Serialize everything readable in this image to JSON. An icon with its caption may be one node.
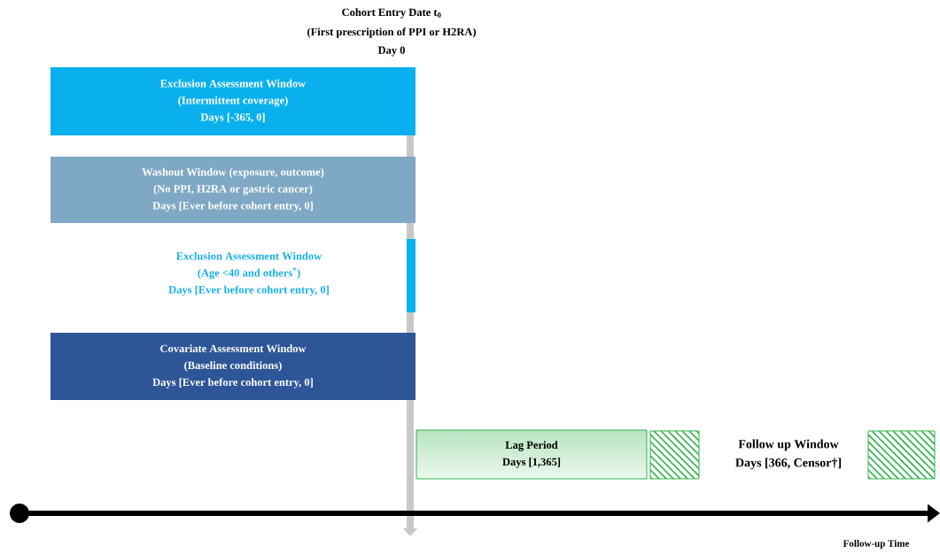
{
  "diagram": {
    "nodes": [
      {
        "text": [
          "Exclusion Assessment Window",
          "(Intermittent coverage)",
          "Days [-365, 0]"
        ]
      },
      {
        "text": [
          "Washout Window (exposure, outcome)",
          "(No PPI, H2RA or gastric cancer)",
          "Days [Ever before cohort entry, 0]"
        ]
      },
      {
        "text": [
          "Exclusion Assessment Window",
          "(Age <40 and others$^{*}$)",
          "Days [Ever before cohort entry, 0]"
        ]
      },
      {
        "text": [
          "Covariate Assessment Window",
          "(Baseline conditions)",
          "Days [Ever before cohort entry, 0]"
        ]
      },
      {
        "text": [
          "Lag Period",
          "Days [1,365]"
        ]
      },
      {
        "text": [],
        "shape": "box"
      },
      {
        "text": [
          "Follow up Window",
          "Days [366, Censor†]"
        ]
      },
      {
        "text": [],
        "shape": "box"
      }
    ],
    "labels": [
      "Cohort Entry Date t$_{0}$",
      "(First prescription of PPI or H2RA)",
      "Day 0",
      "Follow-up Time"
    ]
  }
}
